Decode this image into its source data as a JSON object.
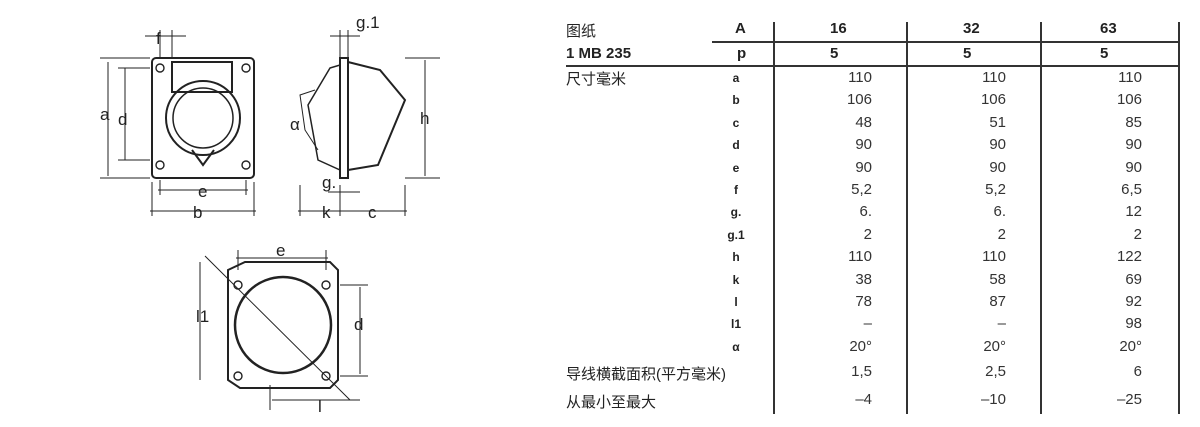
{
  "drawing": {
    "labels": {
      "f": "f",
      "a": "a",
      "d": "d",
      "e": "e",
      "b": "b",
      "g1": "g.1",
      "alpha": "α",
      "h": "h",
      "g": "g.",
      "k": "k",
      "c": "c",
      "e2": "e",
      "l1": "l1",
      "d2": "d",
      "l": "l"
    }
  },
  "table": {
    "title": "图纸",
    "model": "1 MB 235",
    "dims_label": "尺寸毫米",
    "header_params": [
      "A",
      "p"
    ],
    "columns": [
      {
        "A": "16",
        "p": "5"
      },
      {
        "A": "32",
        "p": "5"
      },
      {
        "A": "63",
        "p": "5"
      }
    ],
    "rows": [
      {
        "param": "a",
        "values": [
          "110",
          "110",
          "110"
        ]
      },
      {
        "param": "b",
        "values": [
          "106",
          "106",
          "106"
        ]
      },
      {
        "param": "c",
        "values": [
          "48",
          "51",
          "85"
        ]
      },
      {
        "param": "d",
        "values": [
          "90",
          "90",
          "90"
        ]
      },
      {
        "param": "e",
        "values": [
          "90",
          "90",
          "90"
        ]
      },
      {
        "param": "f",
        "values": [
          "5,2",
          "5,2",
          "6,5"
        ]
      },
      {
        "param": "g.",
        "values": [
          "6.",
          "6.",
          "12"
        ]
      },
      {
        "param": "g.1",
        "values": [
          "2",
          "2",
          "2"
        ]
      },
      {
        "param": "h",
        "values": [
          "110",
          "110",
          "122"
        ]
      },
      {
        "param": "k",
        "values": [
          "38",
          "58",
          "69"
        ]
      },
      {
        "param": "l",
        "values": [
          "78",
          "87",
          "92"
        ]
      },
      {
        "param": "l1",
        "values": [
          "–",
          "–",
          "98"
        ]
      },
      {
        "param": "α",
        "values": [
          "20°",
          "20°",
          "20°"
        ]
      }
    ],
    "cross_section_label": "导线横截面积(平方毫米)",
    "cross_section_values": [
      "1,5",
      "2,5",
      "6"
    ],
    "range_label": "从最小至最大",
    "range_values": [
      "–4",
      "–10",
      "–25"
    ]
  }
}
